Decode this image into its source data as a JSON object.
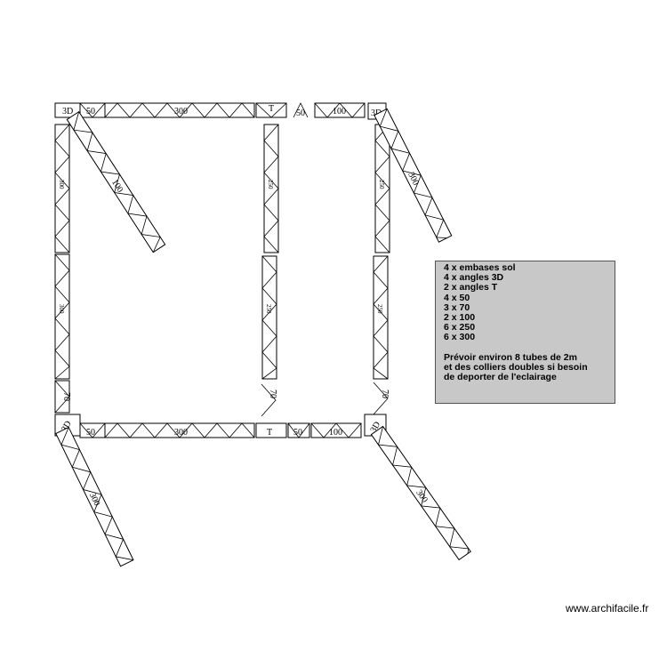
{
  "plan": {
    "top_row": [
      "3D",
      "50",
      "300",
      "T",
      "50",
      "100",
      "3D"
    ],
    "bottom_row": [
      "3D",
      "50",
      "300",
      "T",
      "50",
      "100",
      "3D"
    ],
    "diagonals": [
      "100",
      "300",
      "300",
      "300"
    ],
    "left_side": [
      "300",
      "300",
      "70"
    ],
    "middle_side": [
      "250",
      "250",
      "70"
    ],
    "right_side": [
      "250",
      "250",
      "70"
    ]
  },
  "legend": {
    "lines": [
      "4 x embases sol",
      "4 x angles 3D",
      "2 x angles T",
      "4 x 50",
      "3 x 70",
      "2 x 100",
      "6 x 250",
      "6 x 300"
    ],
    "note": [
      "Prévoir environ 8 tubes de 2m",
      "et des colliers doubles si besoin",
      "de deporter de l'eclairage"
    ]
  },
  "credit": "www.archifacile.fr",
  "colors": {
    "legend_bg": "#c8c8c8",
    "line": "#000000"
  }
}
